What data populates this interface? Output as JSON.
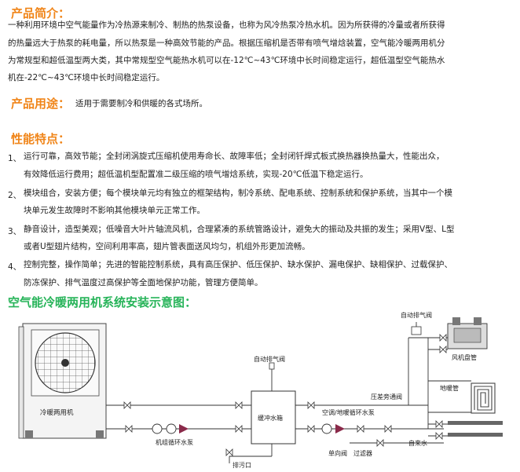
{
  "intro": {
    "title": "产品简介：",
    "lines": [
      "一种利用环境中空气能量作为冷热源来制冷、制热的热泵设备，也称为风冷热泵冷热水机。因为所获得的冷量或者所获得",
      "的热量远大于热泵的耗电量，所以热泵是一种高效节能的产品。根据压缩机是否带有喷气增焓装置，空气能冷暖两用机分",
      "为常规型和超低温型两大类，其中常规型空气能热水机可以在-12℃~43℃环境中长时间稳定运行，超低温型空气能热水",
      "机在-22℃~43℃环境中长时间稳定运行。"
    ]
  },
  "usage": {
    "title": "产品用途：",
    "text": "适用于需要制冷和供暖的各式场所。"
  },
  "features": {
    "title": "性能特点：",
    "items": [
      {
        "num": "1、",
        "lines": [
          "运行可靠，高效节能；全封闭涡旋式压缩机使用寿命长、故障率低；全封闭钎焊式板式换热器换热量大，性能出众，",
          "有效降低运行费用；超低温机型配置准二级压缩的喷气增焓系统，实现-20℃低温下稳定运行。"
        ]
      },
      {
        "num": "2、",
        "lines": [
          "模块组合，安装方便；每个模块单元均有独立的框架结构，制冷系统、配电系统、控制系统和保护系统，当其中一个模",
          "块单元发生故障时不影响其他模块单元正常工作。"
        ]
      },
      {
        "num": "3、",
        "lines": [
          "静音设计，造型美观；低噪音大叶片轴流风机，合理紧凑的系统管路设计，避免大的振动及共振的发生；采用V型、L型",
          "或者U型翅片结构，空间利用率高，翅片管表面送风均匀，机组外形更加流畅。"
        ]
      },
      {
        "num": "4、",
        "lines": [
          "控制完整，操作简单；先进的智能控制系统，具有高压保护、低压保护、缺水保护、漏电保护、缺相保护、过载保护、",
          "防冻保护、排气温度过高保护等全面地保护功能，管理方便简单。"
        ]
      }
    ]
  },
  "diagram": {
    "title": "空气能冷暖两用机系统安装示意图：",
    "labels": {
      "unit": "冷暖两用机",
      "pump": "机组循环水泵",
      "vent1": "自动排气阀",
      "tank": "缓冲水箱",
      "drain": "排污口",
      "ac_pump": "空调/地暖循环水泵",
      "bypass": "压差旁通阀",
      "vent2": "自动排气阀",
      "fan_coil": "风机盘管",
      "floor": "地暖管",
      "check": "单向阀",
      "filter": "过滤器",
      "water": "自来水"
    }
  }
}
